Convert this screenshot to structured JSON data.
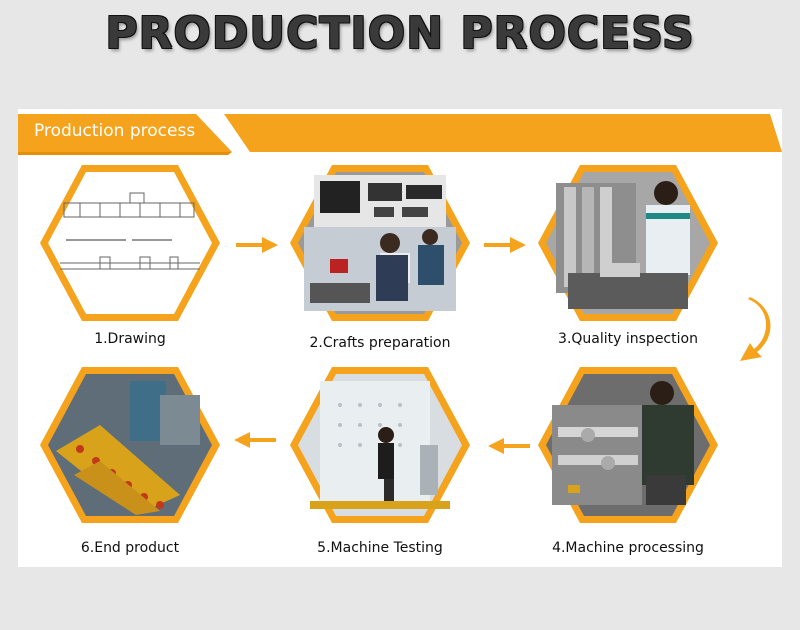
{
  "title": "PRODUCTION PROCESS",
  "banner": {
    "label": "Production process"
  },
  "colors": {
    "accent": "#f5a31c",
    "accent_dark": "#e88f0a",
    "panel": "#ffffff",
    "background": "#e7e7e7"
  },
  "steps": [
    {
      "label": "1.Drawing",
      "image": "engineering-drawing"
    },
    {
      "label": "2.Crafts preparation",
      "image": "workshop-parts-and-workers"
    },
    {
      "label": "3.Quality inspection",
      "image": "worker-inspecting-parts"
    },
    {
      "label": "4.Machine processing",
      "image": "worker-operating-machine"
    },
    {
      "label": "5.Machine Testing",
      "image": "glass-machine-testing"
    },
    {
      "label": "6.End product",
      "image": "finished-production-line"
    }
  ]
}
